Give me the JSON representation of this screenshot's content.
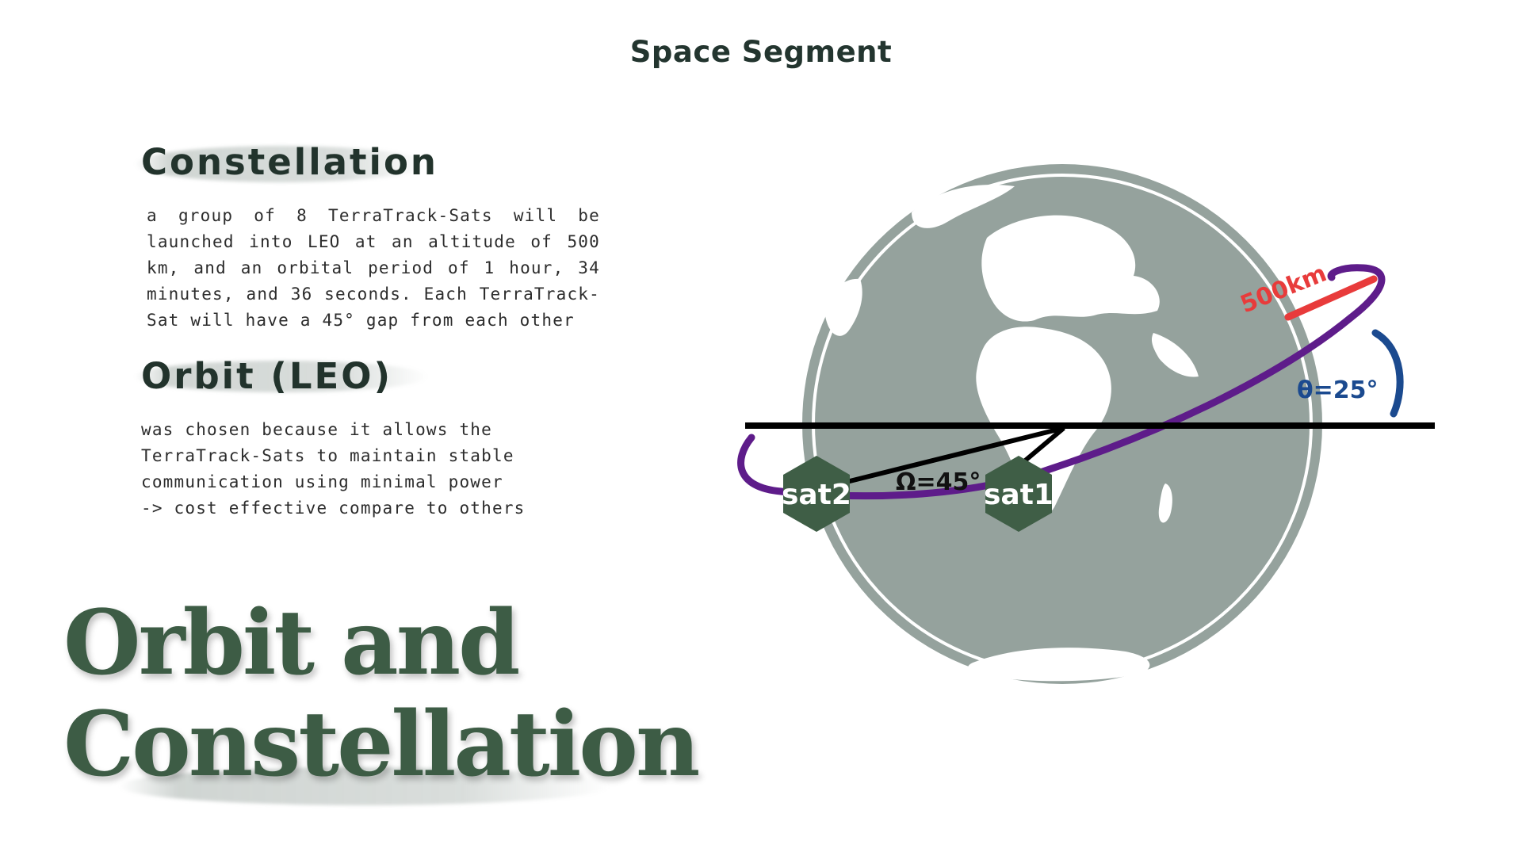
{
  "page_title": "Space Segment",
  "constellation": {
    "heading": "Constellation",
    "text": "a group of 8 TerraTrack-Sats will be launched into LEO at an altitude of 500 km, and an orbital period of 1 hour, 34 minutes, and 36 seconds. Each TerraTrack-Sat will have a 45° gap from each other"
  },
  "orbit": {
    "heading": "Orbit (LEO)",
    "lines": [
      "was chosen because it allows  the",
      "TerraTrack-Sats to maintain stable",
      "communication using minimal power",
      "-> cost effective compare to others"
    ]
  },
  "big_title": {
    "line1": "Orbit and",
    "line2": "Constellation"
  },
  "diagram": {
    "altitude_label": "500km",
    "inclination_label": "θ=25°",
    "separation_label": "Ω=45°",
    "sat1_label": "sat1",
    "sat2_label": "sat2",
    "colors": {
      "earth": "#95a29d",
      "land": "#ffffff",
      "orbit": "#5e1c8a",
      "altitude": "#e83b3b",
      "inclination": "#1b4a8f",
      "satellite": "#3f5e46",
      "equator": "#000000"
    }
  }
}
